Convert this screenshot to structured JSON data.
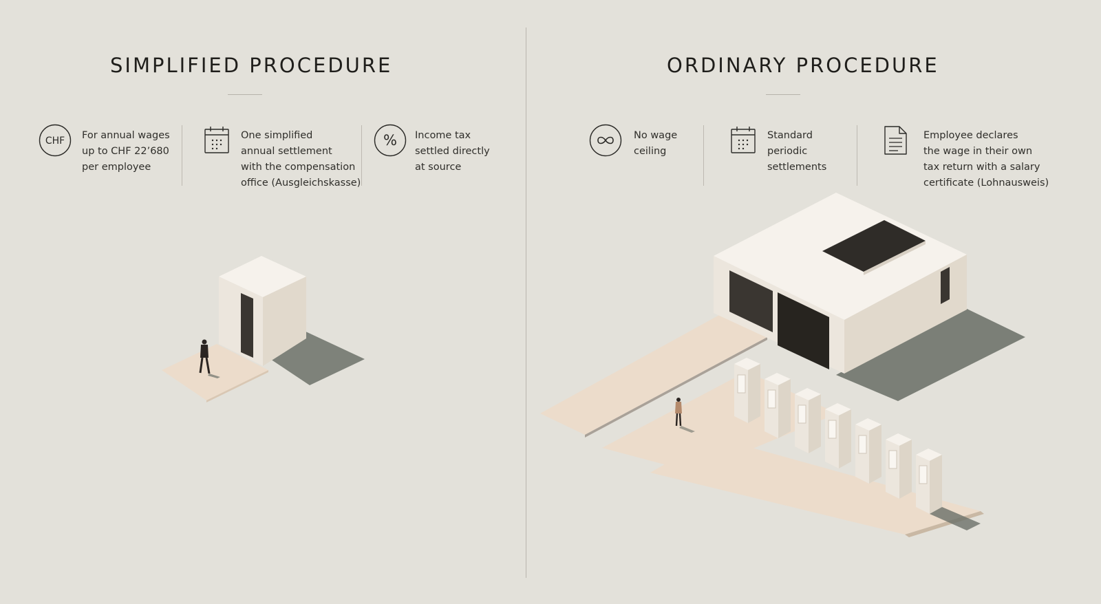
{
  "simplified": {
    "title": "SIMPLIFIED PROCEDURE",
    "features": [
      {
        "icon": "chf-icon",
        "icon_text": "CHF",
        "text": "For annual wages\nup to CHF 22’680\nper employee"
      },
      {
        "icon": "calendar-icon",
        "text": "One simplified\nannual settlement\nwith the compensation\noffice (Ausgleichskasse)"
      },
      {
        "icon": "percent-icon",
        "icon_text": "%",
        "text": "Income tax\nsettled directly\nat source"
      }
    ]
  },
  "ordinary": {
    "title": "ORDINARY PROCEDURE",
    "features": [
      {
        "icon": "infinity-icon",
        "text": "No wage\nceiling"
      },
      {
        "icon": "calendar-icon",
        "text": "Standard\nperiodic\nsettlements"
      },
      {
        "icon": "document-icon",
        "text": "Employee declares\nthe wage in their own\ntax return with a salary\ncertificate (Lohnausweis)"
      }
    ]
  },
  "colors": {
    "background": "#e3e1da",
    "text": "#2b2a27",
    "building": "#f1ece3",
    "path": "#ecdccb",
    "shadow": "#6c7169"
  }
}
